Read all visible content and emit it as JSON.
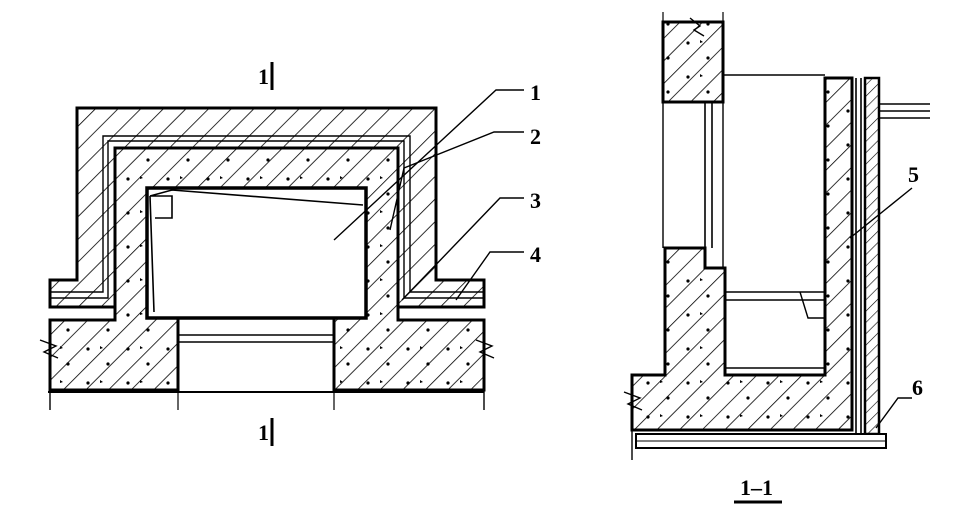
{
  "plan": {
    "callouts": [
      "1",
      "2",
      "3",
      "4"
    ],
    "section_mark_top": "1",
    "section_mark_bottom": "1"
  },
  "section": {
    "callouts": [
      "5",
      "6"
    ],
    "title": "1–1"
  }
}
